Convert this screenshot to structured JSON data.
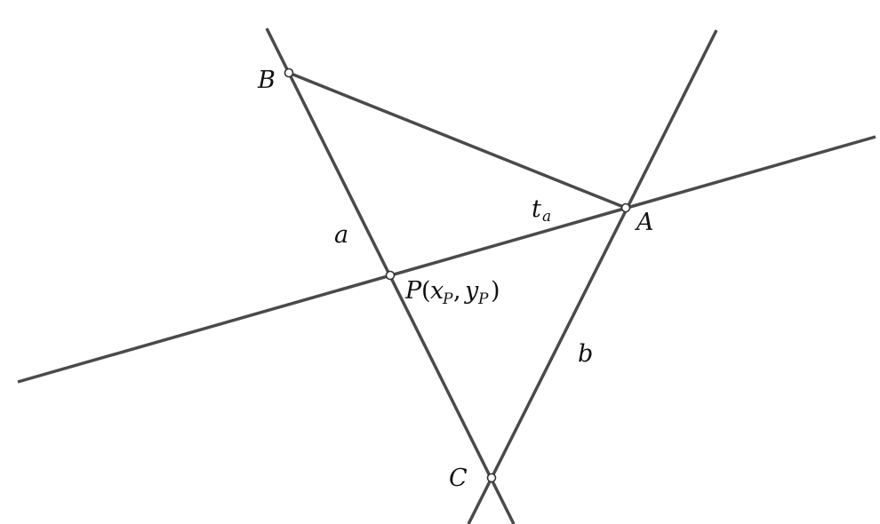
{
  "points": {
    "A": "A",
    "B": "B",
    "C": "C",
    "P": "P"
  },
  "lines": {
    "a": "a",
    "b": "b",
    "t": "t",
    "t_sub": "a"
  },
  "point_p_label": {
    "x": "x",
    "x_sub": "P",
    "y": "y",
    "y_sub": "P",
    "open": "(",
    "comma": ",",
    "close": ")"
  },
  "colors": {
    "line": "#4a4a4a",
    "point_fill": "#ffffff",
    "text": "#111111"
  }
}
